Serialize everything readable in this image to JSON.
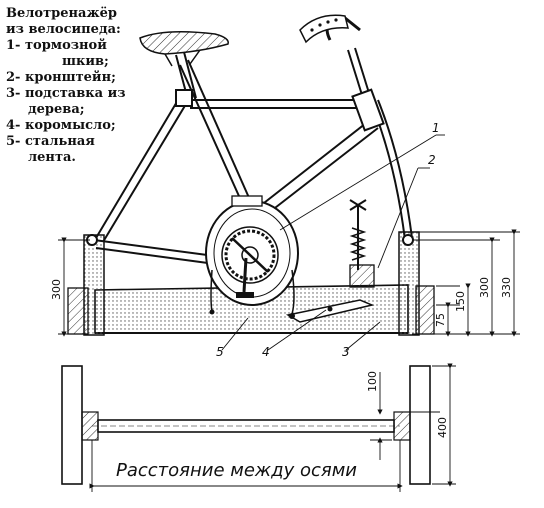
{
  "legend": {
    "title_line1": "Велотренажёр",
    "title_line2": "из велосипеда:",
    "items": [
      {
        "line1": "1- тормозной",
        "line2": "шкив;"
      },
      {
        "line1": "2- кронштейн;",
        "line2": ""
      },
      {
        "line1": "3- подставка из",
        "line2": "дерева;"
      },
      {
        "line1": "4- коромысло;",
        "line2": ""
      },
      {
        "line1": "5- стальная",
        "line2": "лента."
      }
    ]
  },
  "callouts": [
    "1",
    "2",
    "3",
    "4",
    "5"
  ],
  "dimensions": {
    "left_height": "300",
    "dim_75": "75",
    "dim_150": "150",
    "dim_300": "300",
    "dim_330": "330",
    "dim_100": "100",
    "dim_400": "400"
  },
  "top_view_label": "Расстояние между осями"
}
